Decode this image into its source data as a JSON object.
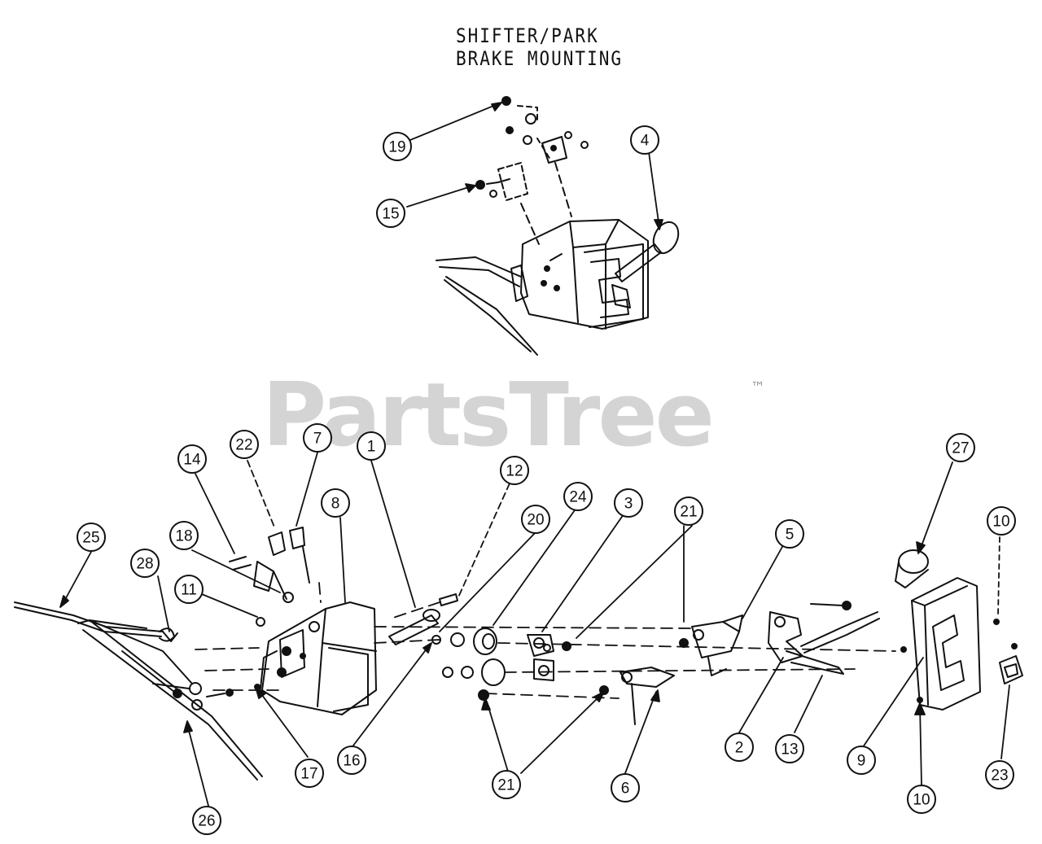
{
  "diagram": {
    "title_lines": [
      "SHIFTER/PARK",
      "BRAKE MOUNTING"
    ],
    "watermark": {
      "text": "PartsTree",
      "trademark": "™",
      "color": "#d2d2d2"
    },
    "line_color": "#111111",
    "callouts": [
      {
        "id": "callout-19-top",
        "label": "19"
      },
      {
        "id": "callout-4",
        "label": "4"
      },
      {
        "id": "callout-15",
        "label": "15"
      },
      {
        "id": "callout-25",
        "label": "25"
      },
      {
        "id": "callout-14",
        "label": "14"
      },
      {
        "id": "callout-22",
        "label": "22"
      },
      {
        "id": "callout-7",
        "label": "7"
      },
      {
        "id": "callout-1",
        "label": "1"
      },
      {
        "id": "callout-12",
        "label": "12"
      },
      {
        "id": "callout-27",
        "label": "27"
      },
      {
        "id": "callout-18",
        "label": "18"
      },
      {
        "id": "callout-8",
        "label": "8"
      },
      {
        "id": "callout-20",
        "label": "20"
      },
      {
        "id": "callout-24",
        "label": "24"
      },
      {
        "id": "callout-3",
        "label": "3"
      },
      {
        "id": "callout-21-upper",
        "label": "21"
      },
      {
        "id": "callout-5",
        "label": "5"
      },
      {
        "id": "callout-10-upper",
        "label": "10"
      },
      {
        "id": "callout-28",
        "label": "28"
      },
      {
        "id": "callout-11",
        "label": "11"
      },
      {
        "id": "callout-2",
        "label": "2"
      },
      {
        "id": "callout-13",
        "label": "13"
      },
      {
        "id": "callout-9",
        "label": "9"
      },
      {
        "id": "callout-23",
        "label": "23"
      },
      {
        "id": "callout-16",
        "label": "16"
      },
      {
        "id": "callout-17",
        "label": "17"
      },
      {
        "id": "callout-21-lower",
        "label": "21"
      },
      {
        "id": "callout-6",
        "label": "6"
      },
      {
        "id": "callout-10-lower",
        "label": "10"
      },
      {
        "id": "callout-26",
        "label": "26"
      }
    ]
  }
}
